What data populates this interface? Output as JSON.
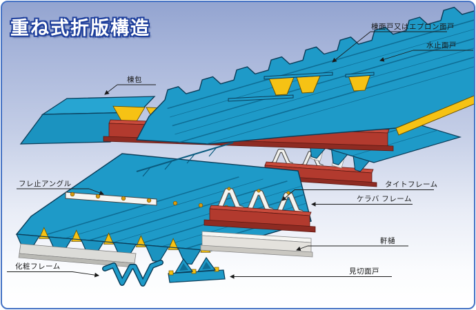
{
  "title": "重ね式折版構造",
  "diagram": {
    "labels": {
      "apron": "棟面戸又はエプロン面戸",
      "mizudome": "水止面戸",
      "munezutsumi": "棟包",
      "furedome_angle": "フレ止アングル",
      "tight_frame": "タイトフレーム",
      "keraba_frame": "ケラバ フレーム",
      "nokidoi": "軒樋",
      "mikiri_mendo": "見切面戸",
      "kesho_frame": "化粧フレーム"
    },
    "colors": {
      "roof_blue": "#1E9AC8",
      "frame_yellow": "#F6C214",
      "beam_red": "#B23A2E",
      "outline_navy": "#0A3C58",
      "border_blue": "#4472C4",
      "title_outline": "#1E3F9C"
    }
  }
}
